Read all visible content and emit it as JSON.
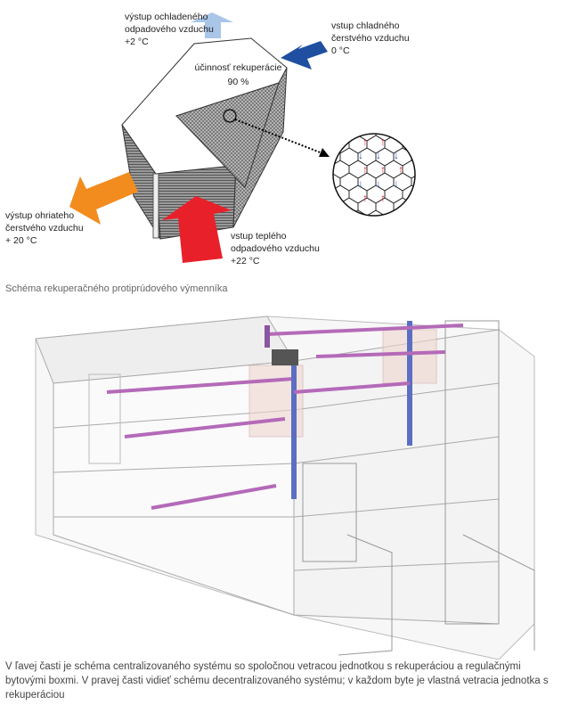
{
  "diagram": {
    "labels": {
      "exhaust_out": [
        "výstup ochladeného",
        "odpadového vzduchu",
        "+2 °C"
      ],
      "fresh_in": [
        "vstup chladného",
        "čerstvého vzduchu",
        "0 °C"
      ],
      "efficiency": [
        "účinnosť rekuperácie",
        "90 %"
      ],
      "fresh_out": [
        "výstup ohriateho",
        "čerstvého vzduchu",
        "+ 20 °C"
      ],
      "exhaust_in": [
        "vstup teplého",
        "odpadového vzduchu",
        "+22 °C"
      ]
    },
    "colors": {
      "exhaust_out": "#a9c6e8",
      "fresh_in": "#1f4fa0",
      "fresh_out": "#f28c1e",
      "exhaust_in": "#e8202a"
    },
    "caption": "Schéma rekuperačného protiprúdového výmenníka"
  },
  "building": {
    "caption": "V ľavej časti je schéma centralizovaného systému so spoločnou vetracou jednotkou s rekuperáciou a regulačnými bytovými boxmi. V pravej časti vidieť schému decentralizovaného systému; v každom byte je vlastná vetracia jednotka s rekuperáciou"
  }
}
